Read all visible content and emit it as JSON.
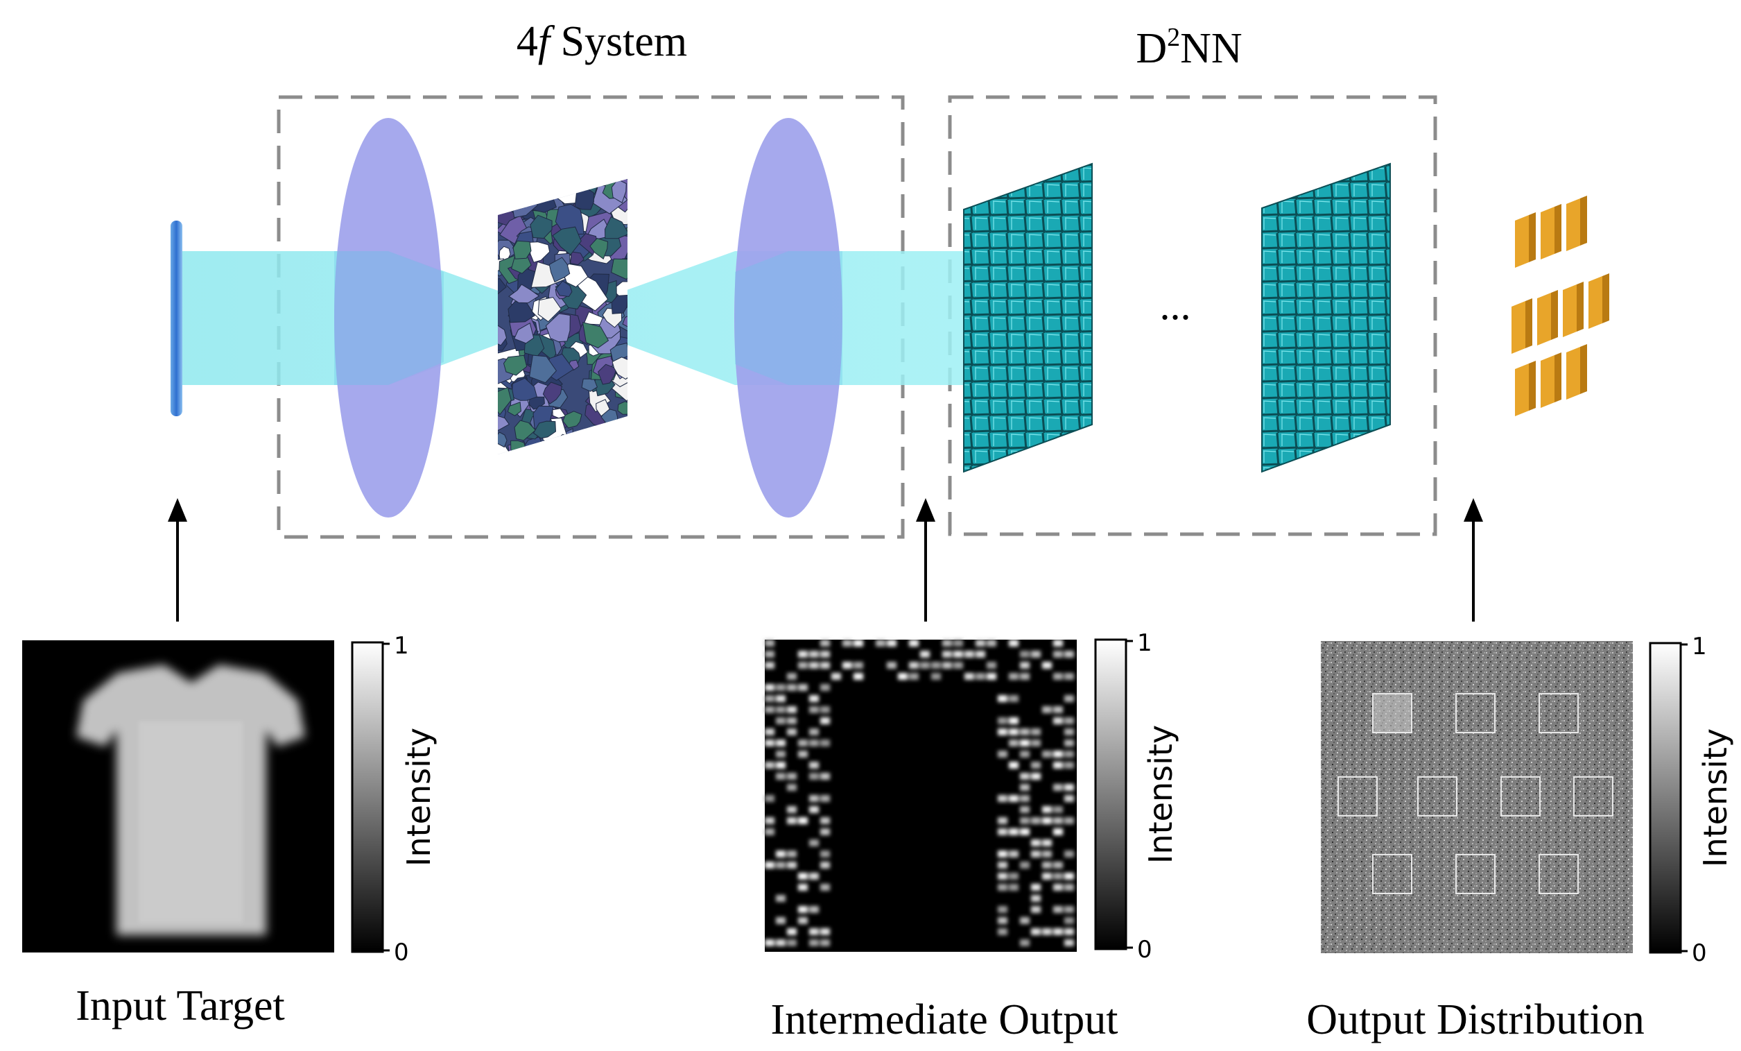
{
  "labels": {
    "fourf_prefix": "4",
    "fourf_f": "f",
    "fourf_suffix": " System",
    "d2nn_d": "D",
    "d2nn_sup": "2",
    "d2nn_nn": "NN",
    "ellipsis": "...",
    "input_target": "Input Target",
    "intermediate_output": "Intermediate Output",
    "output_distribution": "Output Distribution"
  },
  "colorbars": [
    {
      "max": "1",
      "min": "0",
      "label": "Intensity"
    },
    {
      "max": "1",
      "min": "0",
      "label": "Intensity"
    },
    {
      "max": "1",
      "min": "0",
      "label": "Intensity"
    }
  ],
  "colors": {
    "lens": "#9ea2ec",
    "beam": "#8fe8ee",
    "d2nn_layer": "#1aa9b4",
    "detector": "#e8a52a",
    "frame": "#8c8c8c"
  },
  "icons": {
    "input_plane": "thin-blue-plate",
    "phase_mask": "random-voronoi-mask",
    "detectors": "3-4-3-detector-array"
  }
}
